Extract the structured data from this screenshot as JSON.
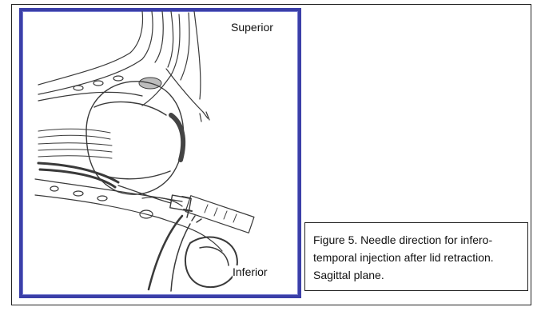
{
  "labels": {
    "superior": "Superior",
    "inferior": "Inferior"
  },
  "caption": "Figure 5. Needle direction for infero-temporal injection after lid retraction.  Sagittal plane.",
  "colors": {
    "frame_blue": "#3b3fa8",
    "pencil": "#3a3a3a"
  }
}
